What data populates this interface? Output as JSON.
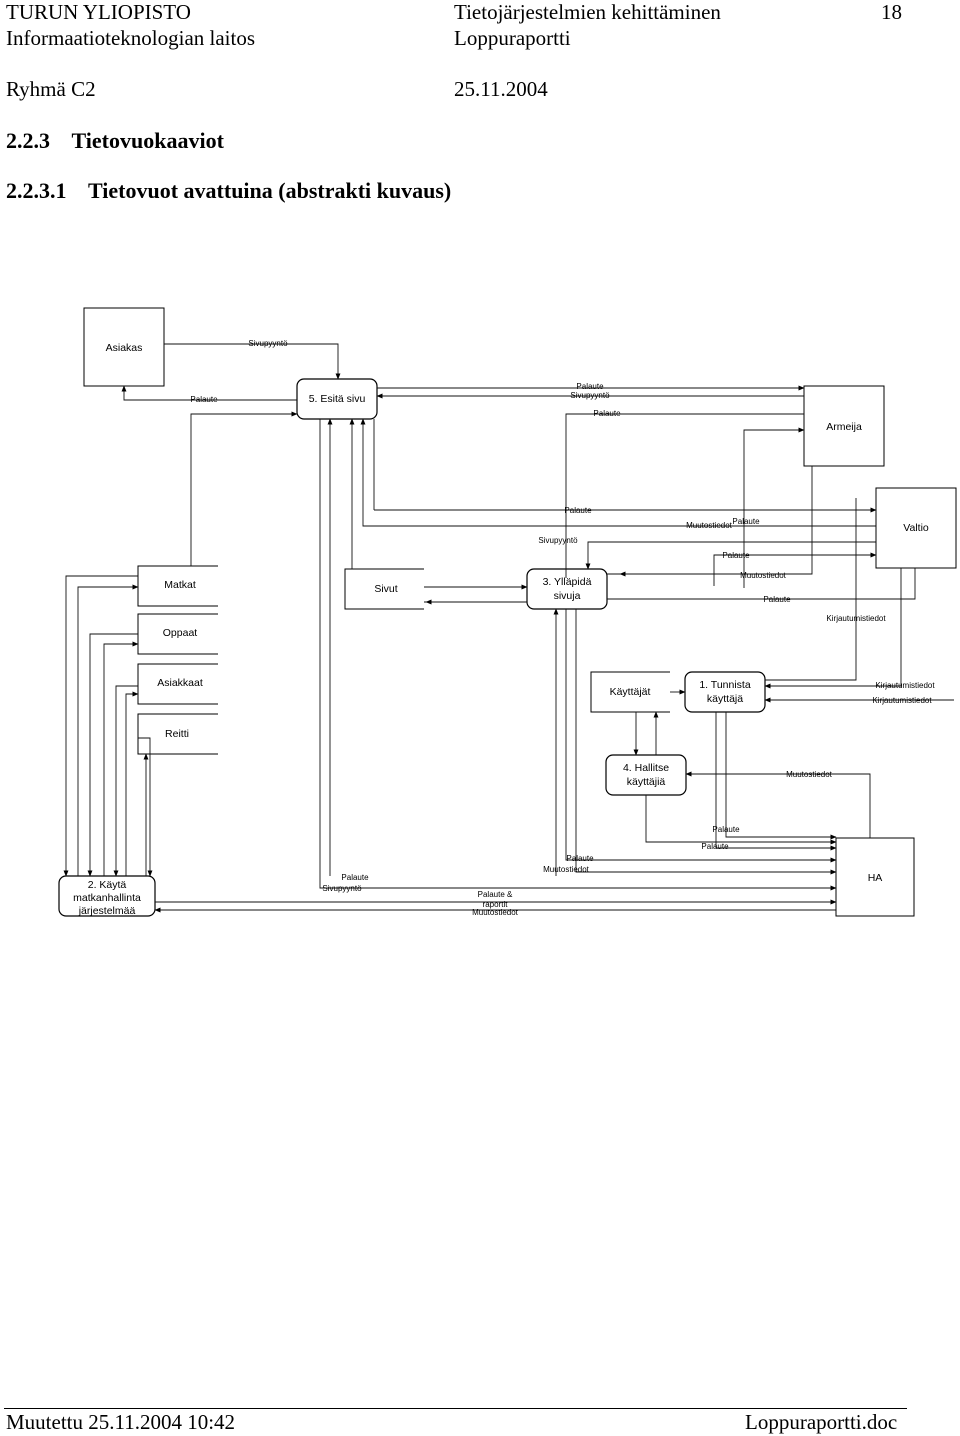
{
  "header": {
    "org": "TURUN YLIOPISTO",
    "dept": "Informaatioteknologian laitos",
    "course": "Tietojärjestelmien kehittäminen",
    "doc": "Loppuraportti",
    "page": "18",
    "group": "Ryhmä C2",
    "date": "25.11.2004"
  },
  "headings": {
    "section": "2.2.3",
    "section_title": "Tietovuokaaviot",
    "subsection": "2.2.3.1",
    "subsection_title": "Tietovuot avattuina (abstrakti kuvaus)"
  },
  "diagram": {
    "entities": {
      "asiakas": "Asiakas",
      "armeija": "Armeija",
      "valtio": "Valtio",
      "ha": "HA"
    },
    "processes": {
      "p5": [
        "5. Esitä sivu"
      ],
      "p3": [
        "3. Ylläpidä",
        "sivuja"
      ],
      "p1": [
        "1. Tunnista",
        "käyttäjä"
      ],
      "p4": [
        "4. Hallitse",
        "käyttäjiä"
      ],
      "p2": [
        "2. Käytä",
        "matkanhallinta",
        "järjestelmää"
      ]
    },
    "stores": {
      "matkat": "Matkat",
      "oppaat": "Oppaat",
      "asiakkaat": "Asiakkaat",
      "reitti": "Reitti",
      "sivut": "Sivut",
      "kayttajat": "Käyttäjät"
    },
    "flow_labels": {
      "sivupyynto": "Sivupyyntö",
      "palaute": "Palaute",
      "muutostiedot": "Muutostiedot",
      "kirjautumistiedot": "Kirjautumistiedot",
      "palaute_raportit": [
        "Palaute &",
        "raportit"
      ]
    }
  },
  "footer": {
    "modified": "Muutettu 25.11.2004 10:42",
    "file": "Loppuraportti.doc"
  }
}
